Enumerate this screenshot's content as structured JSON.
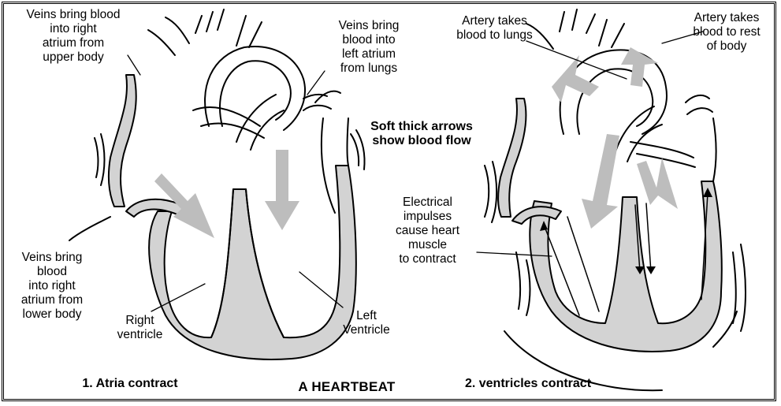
{
  "title": "A HEARTBEAT",
  "legend_note": "Soft thick arrows\nshow blood flow",
  "panel1": {
    "caption": "1. Atria contract",
    "labels": {
      "veins_upper": "Veins bring blood\ninto right\natrium from\nupper body",
      "veins_lungs": "Veins bring\nblood into\nleft atrium\nfrom lungs",
      "veins_lower": "Veins bring\nblood\ninto right\natrium from\nlower body",
      "right_ventricle": "Right\nventricle",
      "left_ventricle": "Left\nVentricle"
    }
  },
  "panel2": {
    "caption": "2. ventricles contract",
    "labels": {
      "artery_lungs": "Artery takes\nblood to lungs",
      "artery_body": "Artery takes\nblood to rest\nof body",
      "electrical": "Electrical\nimpulses\ncause heart\nmuscle\nto contract"
    }
  },
  "colors": {
    "fill": "#d3d3d3",
    "arrow": "#bdbdbd",
    "stroke": "#000000"
  }
}
